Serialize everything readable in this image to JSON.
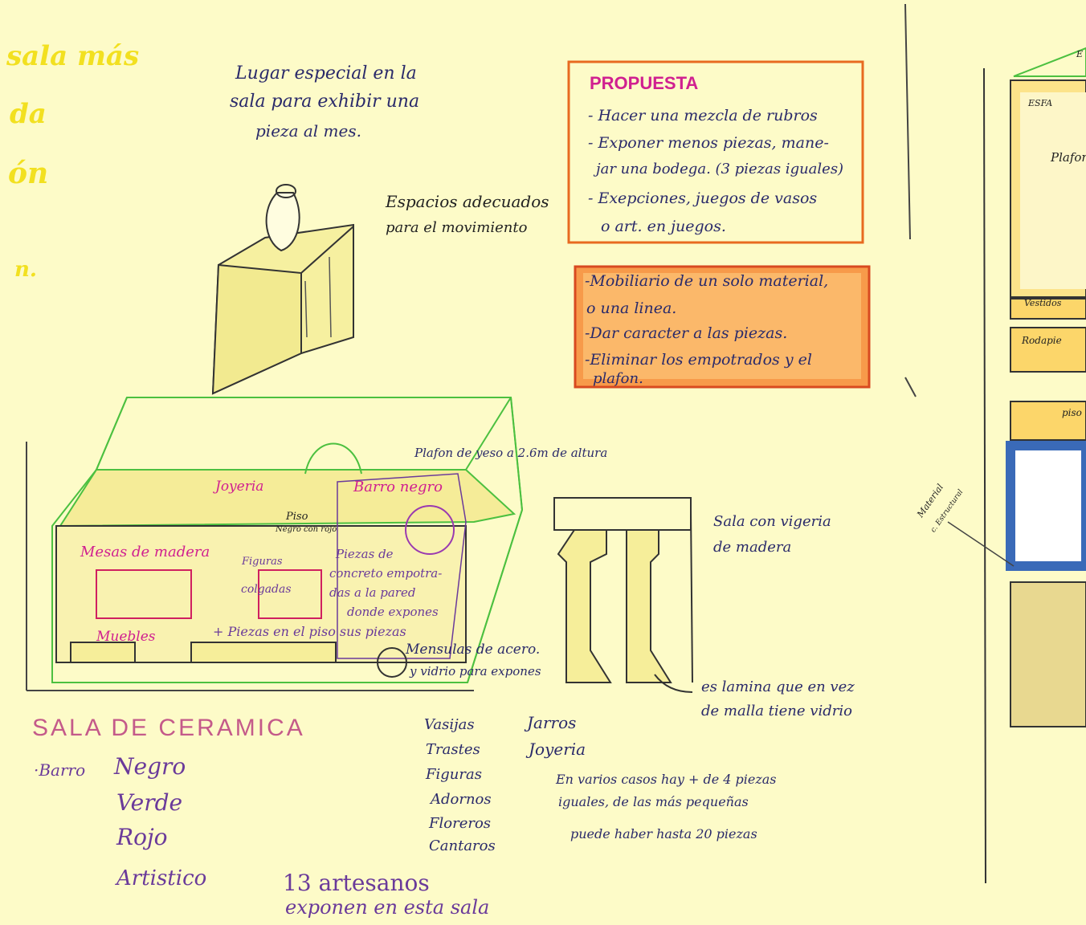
{
  "left_margin": [
    "sala más",
    "da",
    "ón",
    "n."
  ],
  "note_top": [
    "Lugar especial en la",
    "sala para exhibir una",
    "pieza al mes."
  ],
  "note_spaces": [
    "Espacios adecuados",
    "para el movimiento"
  ],
  "propuesta": {
    "title": "PROPUESTA",
    "lines": [
      "- Hacer una mezcla de rubros",
      "- Exponer menos piezas, mane-",
      "jar una bodega. (3 piezas iguales)",
      "- Exepciones, juegos de vasos",
      "o art. en juegos."
    ]
  },
  "mobiliario": {
    "lines": [
      "-Mobiliario de un solo material,",
      "o una linea.",
      "-Dar caracter a las piezas.",
      "-Eliminar los empotrados y el",
      "plafon."
    ]
  },
  "plan_labels": {
    "plafon": "Plafon de yeso a 2.6m de altura",
    "joyeria": "Joyeria",
    "barro_negro": "Barro negro",
    "piso": "Piso",
    "piso_sub": "Negro con rojo",
    "mesas": "Mesas de madera",
    "figuras": "Figuras",
    "colgadas": "colgadas",
    "piezas_concreto": [
      "Piezas de",
      "concreto empotra-",
      "das a la pared",
      "donde expones"
    ],
    "muebles": "Muebles",
    "piezas_piso": "+ Piezas en el piso sus piezas",
    "mensulas": [
      "Mensulas de acero.",
      "y vidrio para expones"
    ]
  },
  "sala_note": [
    "Sala con vigeria",
    "de madera"
  ],
  "lamina_note": [
    "es lamina que en vez",
    "de malla tiene vidrio"
  ],
  "title": "SALA DE CERAMICA",
  "barro": {
    "prefix": "·Barro",
    "types": [
      "Negro",
      "Verde",
      "Rojo",
      "Artistico"
    ]
  },
  "col1": [
    "Vasijas",
    "Trastes",
    "Figuras",
    "Adornos",
    "Floreros",
    "Cantaros"
  ],
  "col2": [
    "Jarros",
    "Joyeria"
  ],
  "piezas_note": [
    "En varios casos hay + de 4 piezas",
    "iguales, de las más pequeñas",
    "puede haber hasta 20 piezas"
  ],
  "artesanos": [
    "13 artesanos",
    "exponen en esta sala"
  ],
  "right_section": {
    "labels": [
      "ESFA",
      "Plafon",
      "Vestidos",
      "Rodapie",
      "piso",
      "Material",
      "c. Estructural",
      "E"
    ]
  },
  "colors": {
    "paper": "#fdfbc8",
    "ink": "#2a2a6a",
    "magenta": "#d02090",
    "orange": "#e86a20",
    "green": "#4cc040",
    "blue": "#3a6ab8",
    "yellow_fill": "#fcd66a"
  }
}
